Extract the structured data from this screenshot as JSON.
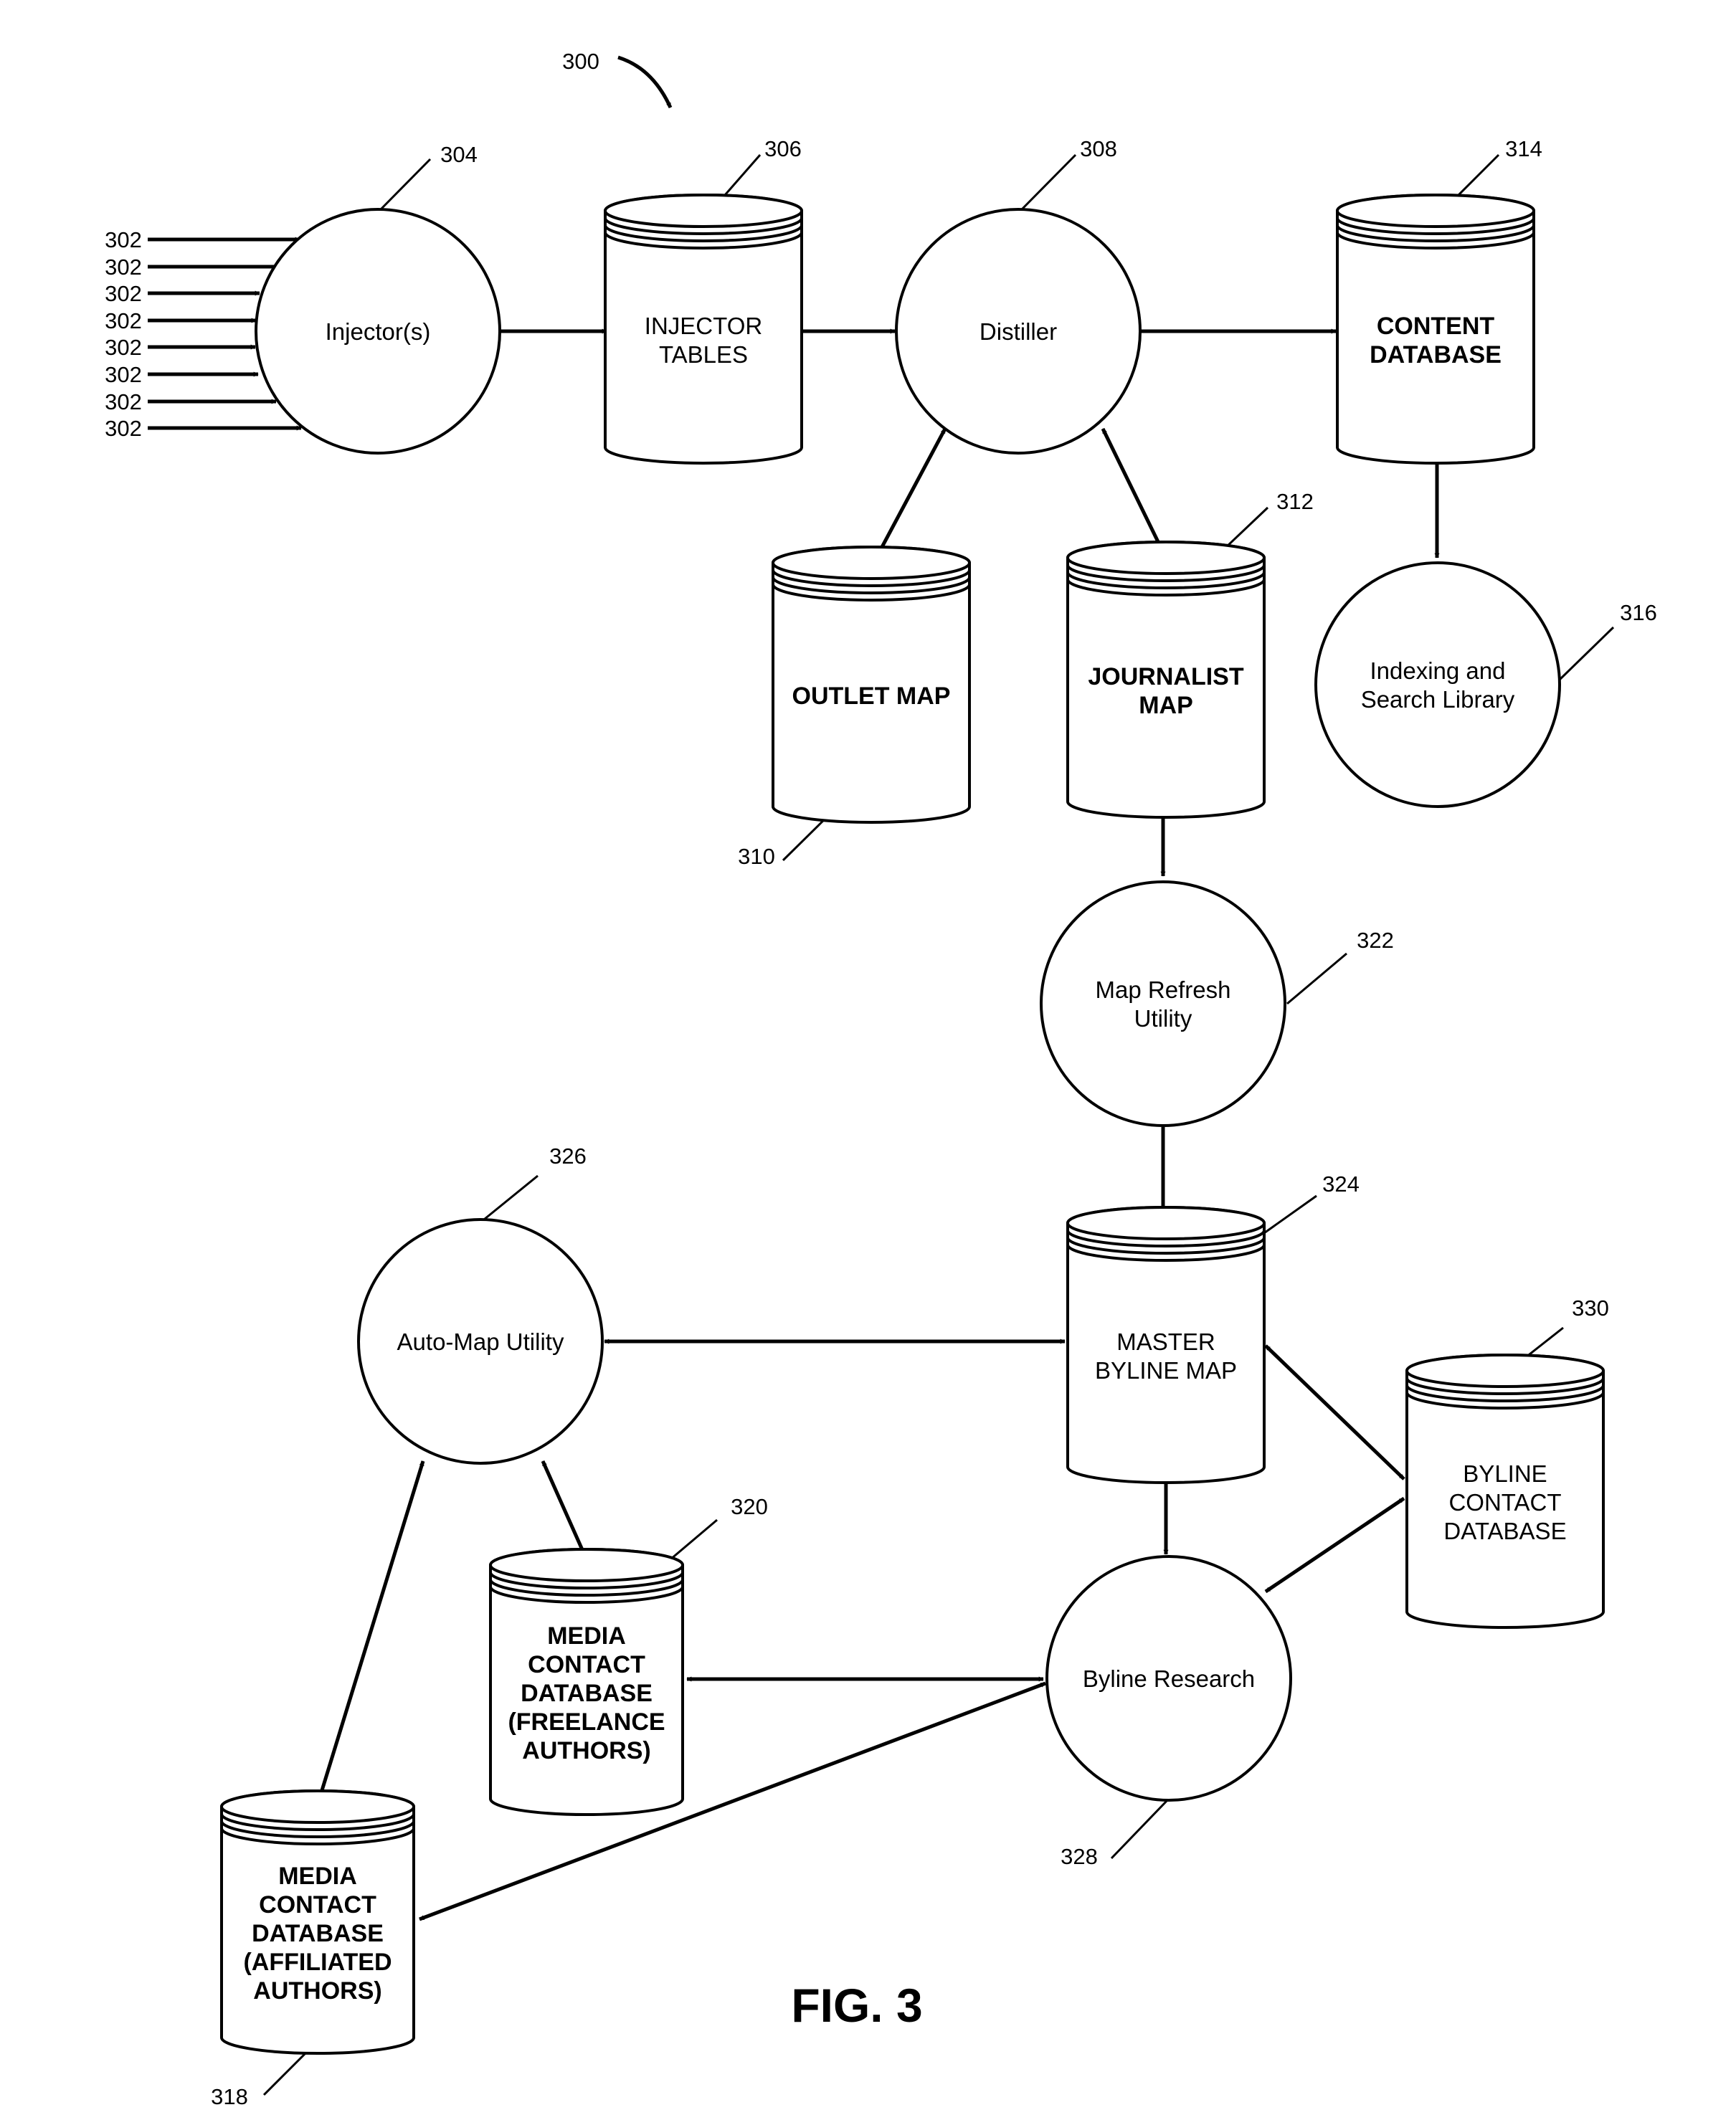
{
  "figure_label": "FIG. 3",
  "system_ref": "300",
  "inputs": {
    "ref": "302",
    "labels": [
      "302",
      "302",
      "302",
      "302",
      "302",
      "302",
      "302",
      "302"
    ]
  },
  "nodes": {
    "injectors": {
      "ref": "304",
      "lines": [
        "Injector(s)"
      ]
    },
    "injector_tables": {
      "ref": "306",
      "lines": [
        "INJECTOR",
        "TABLES"
      ]
    },
    "distiller": {
      "ref": "308",
      "lines": [
        "Distiller"
      ]
    },
    "outlet_map": {
      "ref": "310",
      "lines": [
        "OUTLET MAP"
      ]
    },
    "journalist_map": {
      "ref": "312",
      "lines": [
        "JOURNALIST",
        "MAP"
      ]
    },
    "content_db": {
      "ref": "314",
      "lines": [
        "CONTENT",
        "DATABASE"
      ]
    },
    "indexing": {
      "ref": "316",
      "lines": [
        "Indexing and",
        "Search Library"
      ]
    },
    "media_affiliated": {
      "ref": "318",
      "lines": [
        "MEDIA",
        "CONTACT",
        "DATABASE",
        "(AFFILIATED",
        "AUTHORS)"
      ]
    },
    "media_freelance": {
      "ref": "320",
      "lines": [
        "MEDIA",
        "CONTACT",
        "DATABASE",
        "(FREELANCE",
        "AUTHORS)"
      ]
    },
    "map_refresh": {
      "ref": "322",
      "lines": [
        "Map Refresh",
        "Utility"
      ]
    },
    "master_byline": {
      "ref": "324",
      "lines": [
        "MASTER",
        "BYLINE MAP"
      ]
    },
    "auto_map": {
      "ref": "326",
      "lines": [
        "Auto-Map Utility"
      ]
    },
    "byline_research": {
      "ref": "328",
      "lines": [
        "Byline Research"
      ]
    },
    "byline_contact": {
      "ref": "330",
      "lines": [
        "BYLINE",
        "CONTACT",
        "DATABASE"
      ]
    }
  }
}
